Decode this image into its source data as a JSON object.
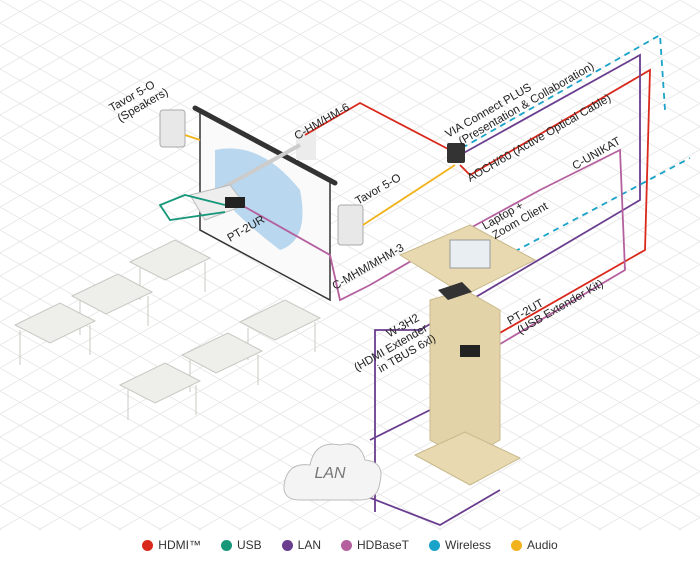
{
  "labels": {
    "speakers_top": [
      "Tavor 5-O",
      "(Speakers)"
    ],
    "chm": "C-HM/HM-6",
    "tavor_right": "Tavor 5-O",
    "pt2ur": "PT-2UR",
    "cmhm": "C-MHM/MHM-3",
    "via": [
      "VIA Connect PLUS",
      "(Presentation & Collaboration)"
    ],
    "aoch": "AOCH/60 (Active Optical Cable)",
    "cunikat": "C-UNIKAT",
    "laptop": [
      "Laptop +",
      "Zoom Client"
    ],
    "w3h2": [
      "W-3H2",
      "(HDMI Extender",
      "in TBUS 6xl)"
    ],
    "pt2ut": [
      "PT-2UT",
      "(USB Extender Kit)"
    ],
    "lan": "LAN"
  },
  "legend": [
    {
      "label": "HDMI™",
      "color": "#d9291c"
    },
    {
      "label": "USB",
      "color": "#16977a"
    },
    {
      "label": "LAN",
      "color": "#6a3d8f"
    },
    {
      "label": "HDBaseT",
      "color": "#b5609e"
    },
    {
      "label": "Wireless",
      "color": "#1aa3c8"
    },
    {
      "label": "Audio",
      "color": "#f2b21b"
    }
  ]
}
